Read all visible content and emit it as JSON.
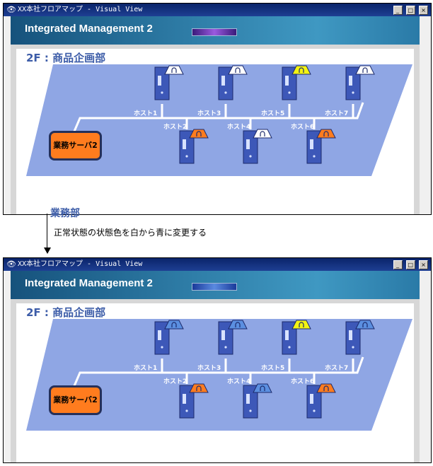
{
  "window": {
    "title": "XX本社フロアマップ - Visual View",
    "controls": [
      "_",
      "□",
      "×"
    ]
  },
  "banner": {
    "app_name": "Integrated Management 2"
  },
  "floor": {
    "title": "2F : 商品企画部",
    "next_section_partial": "業務部"
  },
  "server": {
    "label": "業務サーバ2"
  },
  "hosts": [
    {
      "label": "ホスト1",
      "row": "top"
    },
    {
      "label": "ホスト3",
      "row": "top"
    },
    {
      "label": "ホスト5",
      "row": "top"
    },
    {
      "label": "ホスト7",
      "row": "top"
    },
    {
      "label": "ホスト2",
      "row": "bottom"
    },
    {
      "label": "ホスト4",
      "row": "bottom"
    },
    {
      "label": "ホスト6",
      "row": "bottom"
    }
  ],
  "before": {
    "indicator": "purple",
    "statuses": [
      "white",
      "white",
      "yellow",
      "white",
      "orange",
      "white",
      "orange"
    ]
  },
  "after": {
    "indicator": "blue",
    "statuses": [
      "blue",
      "blue",
      "yellow",
      "blue",
      "orange",
      "blue",
      "orange"
    ]
  },
  "colors": {
    "white": "#ffffff",
    "blue": "#5b8fe0",
    "yellow": "#f3f312",
    "orange": "#ff7c1e",
    "floor_plane": "#8fa6e4",
    "server_box": "#ff7c1e"
  },
  "caption": "正常状態の状態色を白から青に変更する"
}
